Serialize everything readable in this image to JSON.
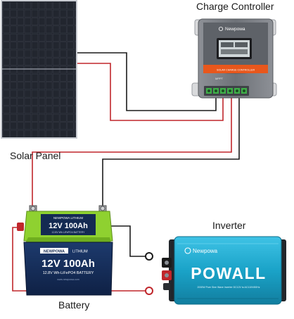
{
  "labels": {
    "charge_controller": "Charge Controller",
    "solar_panel": "Solar Panel",
    "inverter": "Inverter",
    "battery": "Battery"
  },
  "controller": {
    "brand": "Newpowa",
    "subtitle": "SOLAR CHARGE CONTROLLER",
    "model": "MPPT"
  },
  "battery": {
    "top_label": "NEWPOWA  LITHIUM",
    "top_capacity": "12V 100Ah",
    "top_sub": "12.8V Wh LiFePO4 BATTERY",
    "front_brand": "NEWPOWA",
    "front_type": "LITHIUM",
    "front_capacity": "12V 100Ah",
    "front_desc": "12.8V Wh-LiFePO4 BATTERY",
    "front_fine": "www.newpowa.com"
  },
  "inverter": {
    "brand": "Newpowa",
    "name": "POWALL",
    "desc": "2000W Pure Sine Wave Inverter  DC12V to AC110V/60Hz"
  },
  "colors": {
    "wire_red": "#c0262b",
    "wire_black": "#1b1b1b",
    "battery_green": "#8fd130",
    "battery_navy": "#142a52",
    "inverter_blue": "#1aa3c8",
    "controller_orange": "#e8571c",
    "panel_cell": "#1c1f29"
  }
}
